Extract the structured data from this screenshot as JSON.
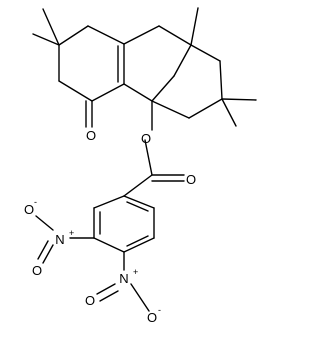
{
  "molecule": {
    "atoms": {
      "o_ketone": "O",
      "o_ester_ring": "O",
      "o_ester_carbonyl": "O",
      "n_left": "N",
      "n_left_plus": "+",
      "o_nitro_left": "O",
      "o_nitro_left_minus": "-",
      "o_nitro_left_dbl": "O",
      "n_bottom": "N",
      "n_bottom_plus": "+",
      "o_nitro_bottom": "O",
      "o_nitro_bottom_minus": "-",
      "o_nitro_bottom_dbl": "O"
    }
  }
}
